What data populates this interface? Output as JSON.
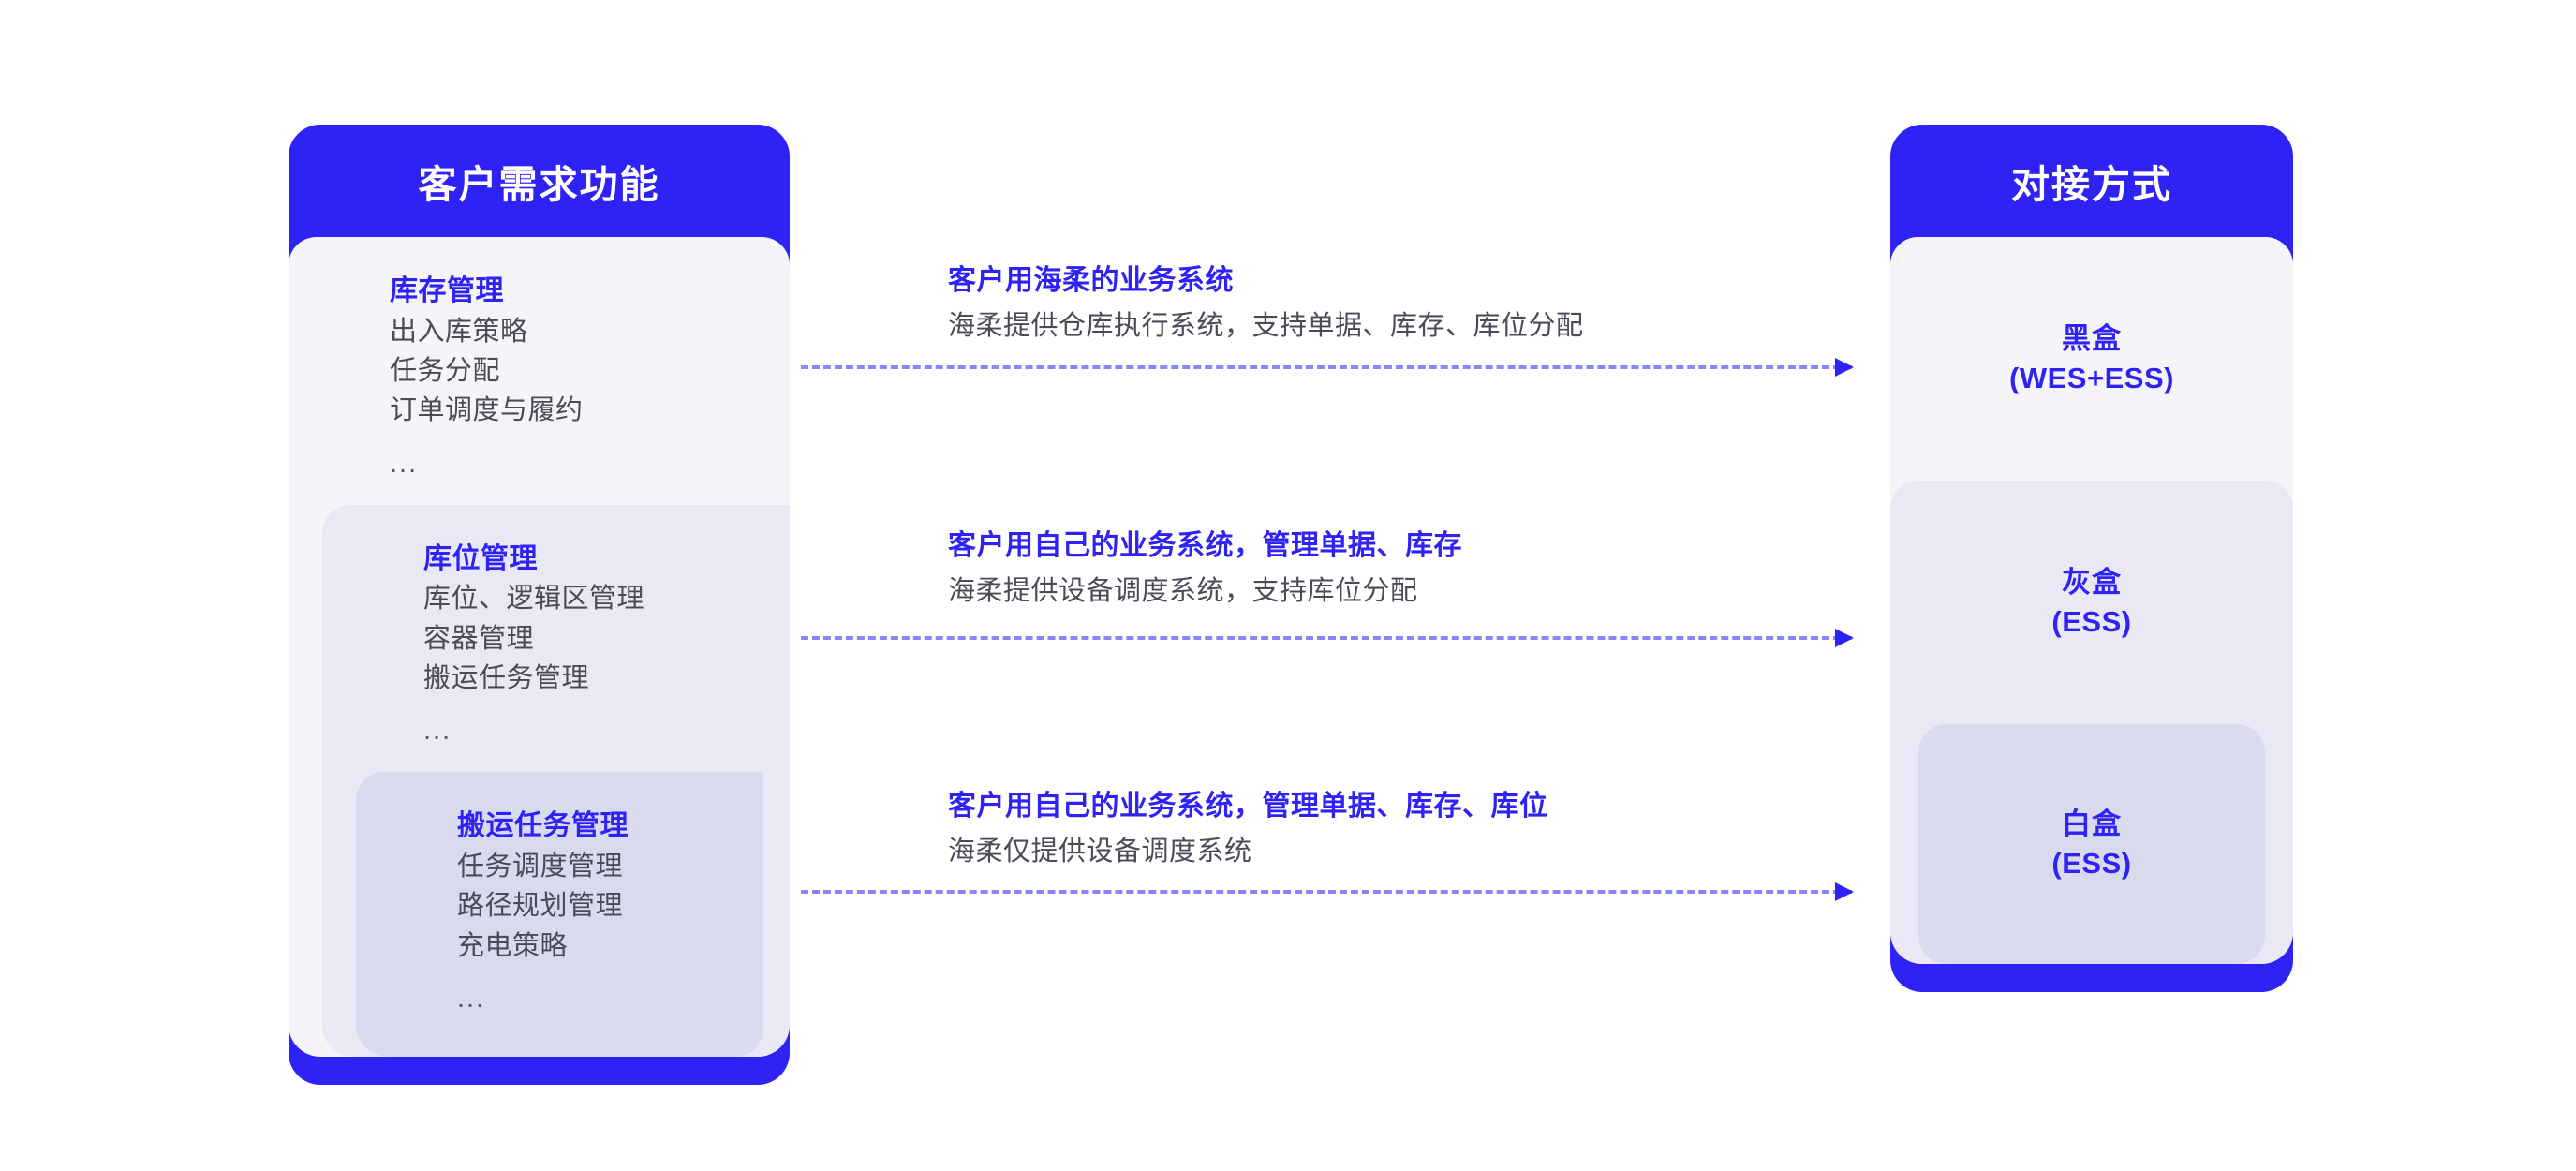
{
  "colors": {
    "brand_blue": "#2f22f5",
    "panel_1": "#f4f4f9",
    "panel_2": "#e9e9f6",
    "panel_3": "#d9daee",
    "dash": "#8a85fa",
    "body_text": "#4b4b57"
  },
  "left_card": {
    "title": "客户需求功能",
    "groups": [
      {
        "title": "库存管理",
        "items": [
          "出入库策略",
          "任务分配",
          "订单调度与履约"
        ],
        "ellipsis": "..."
      },
      {
        "title": "库位管理",
        "items": [
          "库位、逻辑区管理",
          "容器管理",
          "搬运任务管理"
        ],
        "ellipsis": "..."
      },
      {
        "title": "搬运任务管理",
        "items": [
          "任务调度管理",
          "路径规划管理",
          "充电策略"
        ],
        "ellipsis": "..."
      }
    ]
  },
  "flows": [
    {
      "heading": "客户用海柔的业务系统",
      "subtext": "海柔提供仓库执行系统，支持单据、库存、库位分配"
    },
    {
      "heading": "客户用自己的业务系统，管理单据、库存",
      "subtext": "海柔提供设备调度系统，支持库位分配"
    },
    {
      "heading": "客户用自己的业务系统，管理单据、库存、库位",
      "subtext": "海柔仅提供设备调度系统"
    }
  ],
  "right_card": {
    "title": "对接方式",
    "modes": [
      {
        "name": "黑盒",
        "code": "(WES+ESS)"
      },
      {
        "name": "灰盒",
        "code": "(ESS)"
      },
      {
        "name": "白盒",
        "code": "(ESS)"
      }
    ]
  }
}
